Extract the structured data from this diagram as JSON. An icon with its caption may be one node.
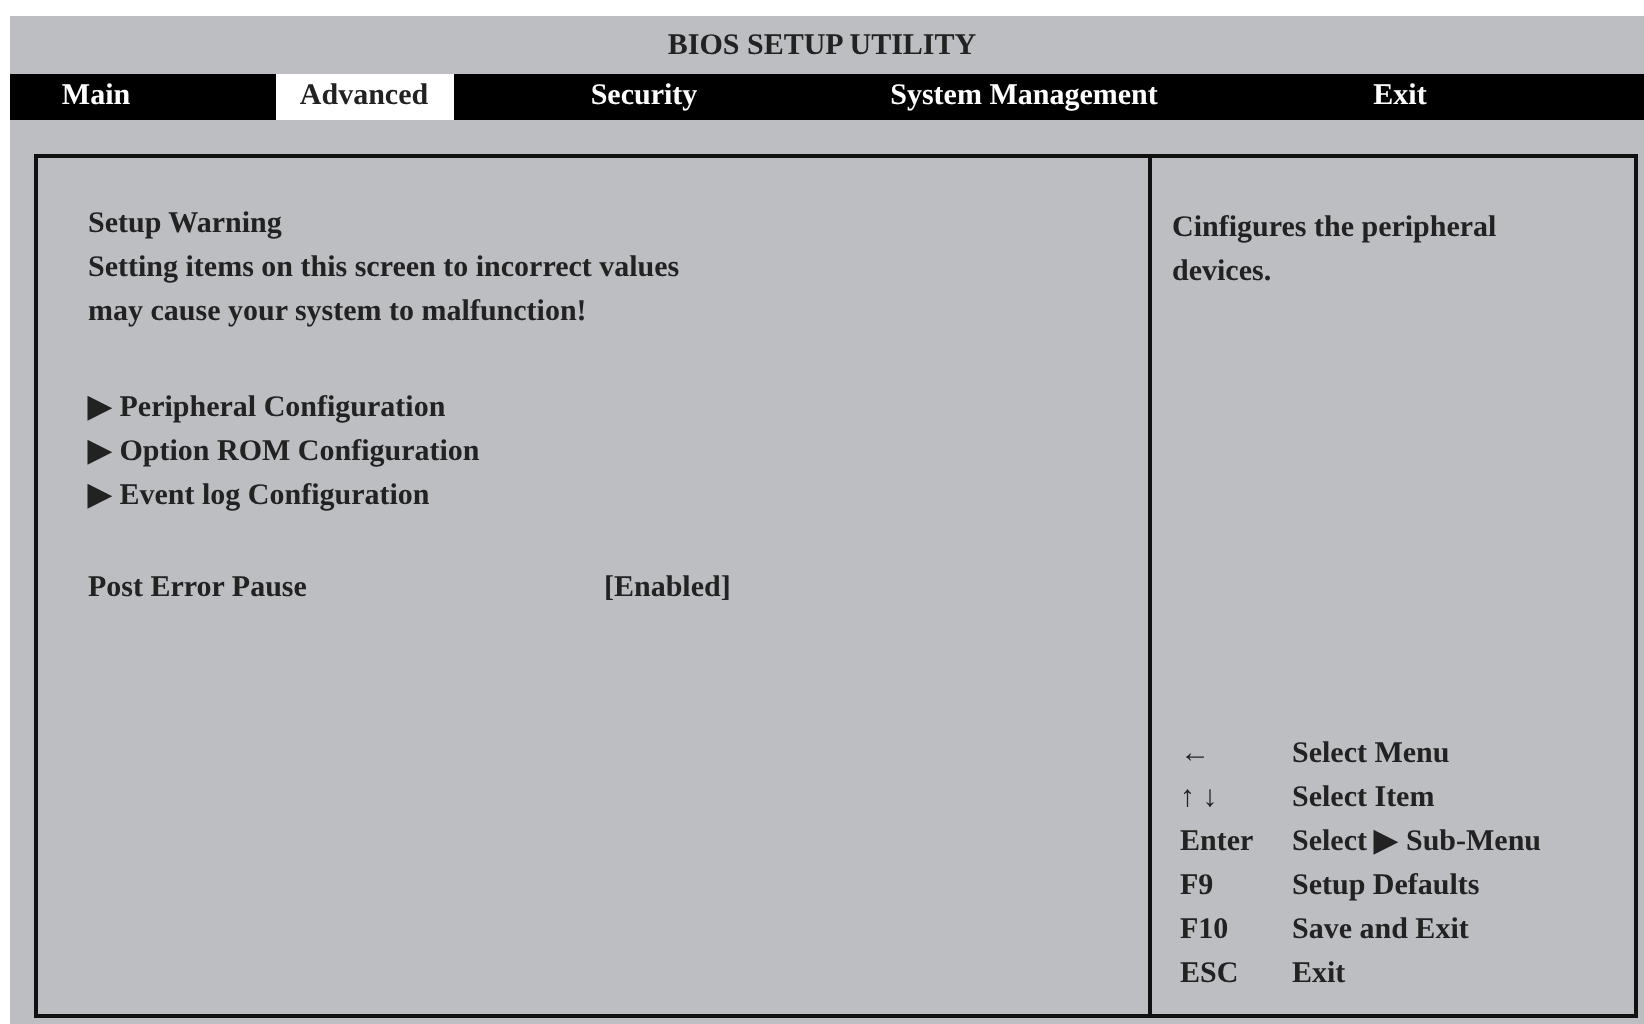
{
  "diagram": {
    "title": "BIOS SETUP UTILITY",
    "labels": [
      "Main",
      "Advanced",
      "Security",
      "System Management",
      "Exit",
      "Setup Warning",
      "Setting items on this screen to incorrect values may cause your system to malfunction!",
      "▶ Peripheral Configuration",
      "▶ Option ROM Configuration",
      "▶ Event log Configuration",
      "Post Error Pause",
      "[Enabled]",
      "Cinfigures the peripheral devices.",
      "←",
      "Select Menu",
      "↑ ↓",
      "Select Item",
      "Enter",
      "Select ▶ Sub-Menu",
      "F9",
      "Setup Defaults",
      "F10",
      "Save and Exit",
      "ESC",
      "Exit"
    ]
  }
}
